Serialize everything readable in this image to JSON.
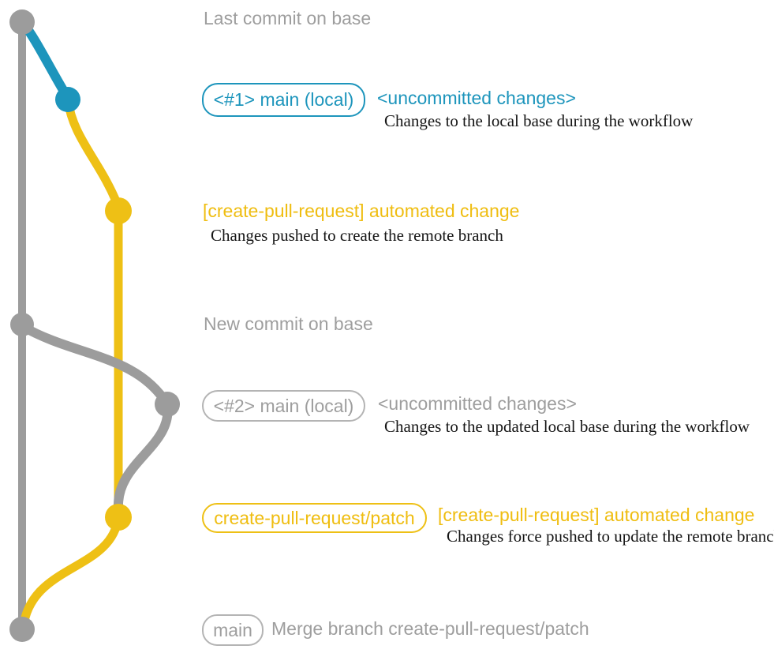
{
  "colors": {
    "bg": "#ffffff",
    "gray": "#9c9c9c",
    "gray-text": "#9e9e9e",
    "gray-border": "#b4b4b4",
    "blue": "#1d95bc",
    "yellow": "#eec015",
    "yellow-text": "#efbd10",
    "ink": "#151515"
  },
  "rows": {
    "lastCommit": {
      "title": "Last commit on base"
    },
    "branch1": {
      "badge": "<#1> main (local)",
      "status": "<uncommitted changes>",
      "note": "Changes to the local base during the workflow"
    },
    "autoCommit1": {
      "label": "[create-pull-request] automated change",
      "note": "Changes pushed to create the remote branch"
    },
    "newCommit": {
      "title": "New commit on base"
    },
    "branch2": {
      "badge": "<#2> main (local)",
      "status": "<uncommitted changes>",
      "note": "Changes to the updated local base during the workflow"
    },
    "autoCommit2": {
      "badge": "create-pull-request/patch",
      "label": "[create-pull-request] automated change",
      "note": "Changes force pushed to update the remote branch"
    },
    "merge": {
      "badge": "main",
      "label": "Merge branch create-pull-request/patch"
    }
  }
}
